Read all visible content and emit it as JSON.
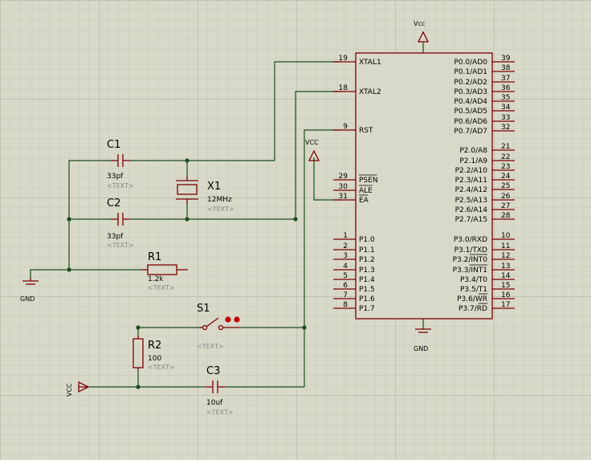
{
  "colors": {
    "background": "#d9d9c9",
    "grid_minor": "#c8c8b6",
    "grid_major": "#b8b8a6",
    "wire": "#1a4f1a",
    "component": "#7a0000",
    "chip_fill": "#d9d9c9",
    "switch_contact": "#c00000",
    "text": "#000000",
    "placeholder": "#8a8a8a"
  },
  "power": {
    "vcc_top": "Vcc",
    "vcc_ea": "VCC",
    "vcc_left": "VCC",
    "gnd_left": "GND",
    "gnd_chip": "GND"
  },
  "components": {
    "c1": {
      "ref": "C1",
      "value": "33pf",
      "text": "<TEXT>"
    },
    "c2": {
      "ref": "C2",
      "value": "33pf",
      "text": "<TEXT>"
    },
    "x1": {
      "ref": "X1",
      "value": "12MHz",
      "text": "<TEXT>"
    },
    "r1": {
      "ref": "R1",
      "value": "1.2k",
      "text": "<TEXT>"
    },
    "s1": {
      "ref": "S1",
      "text": "<TEXT>"
    },
    "r2": {
      "ref": "R2",
      "value": "100",
      "text": "<TEXT>"
    },
    "c3": {
      "ref": "C3",
      "value": "10uf",
      "text": "<TEXT>"
    }
  },
  "chip": {
    "left_pins": [
      {
        "num": "19",
        "name": "XTAL1"
      },
      {
        "num": "18",
        "name": "XTAL2"
      },
      {
        "num": "9",
        "name": "RST"
      },
      {
        "num": "29",
        "name": "PSEN"
      },
      {
        "num": "30",
        "name": "ALE"
      },
      {
        "num": "31",
        "name": "EA"
      },
      {
        "num": "1",
        "name": "P1.0"
      },
      {
        "num": "2",
        "name": "P1.1"
      },
      {
        "num": "3",
        "name": "P1.2"
      },
      {
        "num": "4",
        "name": "P1.3"
      },
      {
        "num": "5",
        "name": "P1.4"
      },
      {
        "num": "6",
        "name": "P1.5"
      },
      {
        "num": "7",
        "name": "P1.6"
      },
      {
        "num": "8",
        "name": "P1.7"
      }
    ],
    "right_pins": [
      {
        "num": "39",
        "name": "P0.0/AD0"
      },
      {
        "num": "38",
        "name": "P0.1/AD1"
      },
      {
        "num": "37",
        "name": "P0.2/AD2"
      },
      {
        "num": "36",
        "name": "P0.3/AD3"
      },
      {
        "num": "35",
        "name": "P0.4/AD4"
      },
      {
        "num": "34",
        "name": "P0.5/AD5"
      },
      {
        "num": "33",
        "name": "P0.6/AD6"
      },
      {
        "num": "32",
        "name": "P0.7/AD7"
      },
      {
        "num": "21",
        "name": "P2.0/A8"
      },
      {
        "num": "22",
        "name": "P2.1/A9"
      },
      {
        "num": "23",
        "name": "P2.2/A10"
      },
      {
        "num": "24",
        "name": "P2.3/A11"
      },
      {
        "num": "25",
        "name": "P2.4/A12"
      },
      {
        "num": "26",
        "name": "P2.5/A13"
      },
      {
        "num": "27",
        "name": "P2.6/A14"
      },
      {
        "num": "28",
        "name": "P2.7/A15"
      },
      {
        "num": "10",
        "name": "P3.0/RXD"
      },
      {
        "num": "11",
        "name": "P3.1/TXD"
      },
      {
        "num": "12",
        "name": "P3.2/INT0"
      },
      {
        "num": "13",
        "name": "P3.3/INT1"
      },
      {
        "num": "14",
        "name": "P3.4/T0"
      },
      {
        "num": "15",
        "name": "P3.5/T1"
      },
      {
        "num": "16",
        "name": "P3.6/WR"
      },
      {
        "num": "17",
        "name": "P3.7/RD"
      }
    ]
  }
}
